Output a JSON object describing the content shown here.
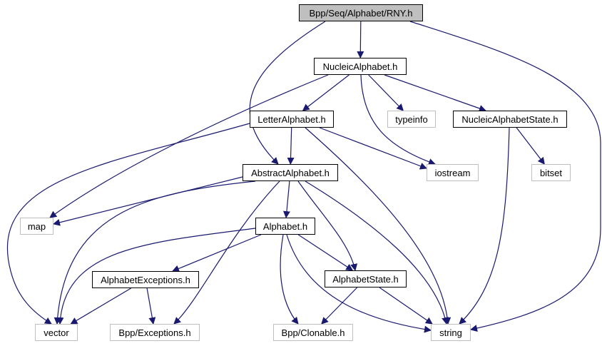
{
  "diagram": {
    "title": "Bpp/Seq/Alphabet/RNY.h",
    "edge_color": "#191970",
    "nodes": [
      {
        "id": "rny",
        "label": "Bpp/Seq/Alphabet/RNY.h",
        "kind": "root"
      },
      {
        "id": "nucleic",
        "label": "NucleicAlphabet.h",
        "kind": "internal"
      },
      {
        "id": "letter",
        "label": "LetterAlphabet.h",
        "kind": "internal"
      },
      {
        "id": "typeinfo",
        "label": "typeinfo",
        "kind": "external"
      },
      {
        "id": "nucstate",
        "label": "NucleicAlphabetState.h",
        "kind": "internal"
      },
      {
        "id": "abstract",
        "label": "AbstractAlphabet.h",
        "kind": "internal"
      },
      {
        "id": "iostream",
        "label": "iostream",
        "kind": "external"
      },
      {
        "id": "bitset",
        "label": "bitset",
        "kind": "external"
      },
      {
        "id": "map",
        "label": "map",
        "kind": "external"
      },
      {
        "id": "alphabet",
        "label": "Alphabet.h",
        "kind": "internal"
      },
      {
        "id": "alphexc",
        "label": "AlphabetExceptions.h",
        "kind": "internal"
      },
      {
        "id": "alphstate",
        "label": "AlphabetState.h",
        "kind": "internal"
      },
      {
        "id": "vector",
        "label": "vector",
        "kind": "external"
      },
      {
        "id": "exceptions",
        "label": "Bpp/Exceptions.h",
        "kind": "external"
      },
      {
        "id": "clonable",
        "label": "Bpp/Clonable.h",
        "kind": "external"
      },
      {
        "id": "string",
        "label": "string",
        "kind": "external"
      }
    ],
    "edges": [
      {
        "from": "rny",
        "to": "nucleic"
      },
      {
        "from": "rny",
        "to": "abstract"
      },
      {
        "from": "rny",
        "to": "string"
      },
      {
        "from": "nucleic",
        "to": "letter"
      },
      {
        "from": "nucleic",
        "to": "map"
      },
      {
        "from": "nucleic",
        "to": "typeinfo"
      },
      {
        "from": "nucleic",
        "to": "iostream"
      },
      {
        "from": "nucleic",
        "to": "nucstate"
      },
      {
        "from": "letter",
        "to": "abstract"
      },
      {
        "from": "letter",
        "to": "vector"
      },
      {
        "from": "letter",
        "to": "iostream"
      },
      {
        "from": "letter",
        "to": "string"
      },
      {
        "from": "nucstate",
        "to": "bitset"
      },
      {
        "from": "nucstate",
        "to": "string"
      },
      {
        "from": "abstract",
        "to": "map"
      },
      {
        "from": "abstract",
        "to": "vector"
      },
      {
        "from": "abstract",
        "to": "alphabet"
      },
      {
        "from": "abstract",
        "to": "exceptions"
      },
      {
        "from": "abstract",
        "to": "alphstate"
      },
      {
        "from": "abstract",
        "to": "string"
      },
      {
        "from": "alphabet",
        "to": "vector"
      },
      {
        "from": "alphabet",
        "to": "alphexc"
      },
      {
        "from": "alphabet",
        "to": "alphstate"
      },
      {
        "from": "alphabet",
        "to": "clonable"
      },
      {
        "from": "alphabet",
        "to": "string"
      },
      {
        "from": "alphexc",
        "to": "vector"
      },
      {
        "from": "alphexc",
        "to": "exceptions"
      },
      {
        "from": "alphstate",
        "to": "clonable"
      },
      {
        "from": "alphstate",
        "to": "string"
      }
    ]
  }
}
